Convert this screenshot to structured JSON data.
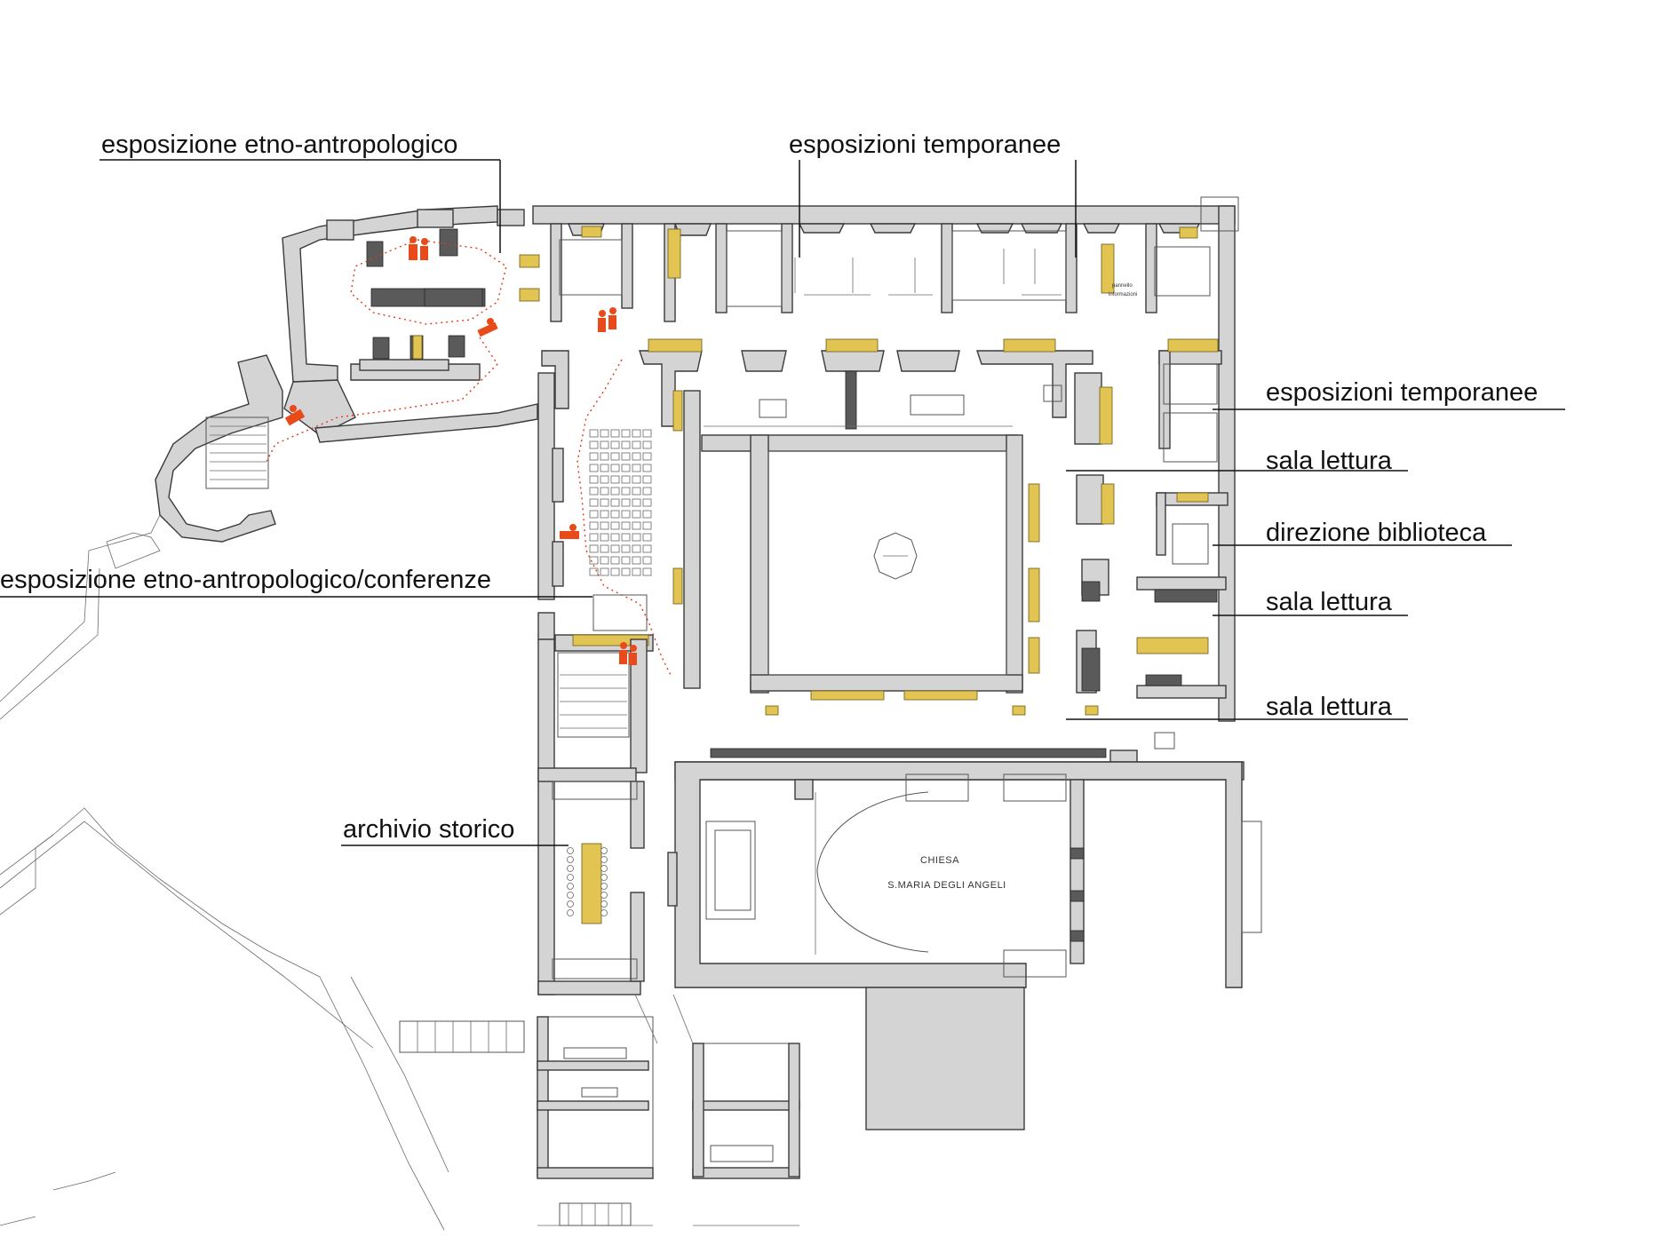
{
  "labels": {
    "etno_top": "esposizione etno-antropologico",
    "temp_top": "esposizioni temporanee",
    "temp_right": "esposizioni temporanee",
    "lettura_1": "sala lettura",
    "direzione": "direzione biblioteca",
    "lettura_2": "sala lettura",
    "lettura_3": "sala lettura",
    "etno_conf": "esposizione etno-antropologico/conferenze",
    "archivio": "archivio storico"
  },
  "church": {
    "line1": "CHIESA",
    "line2": "S.MARIA DEGLI ANGELI"
  },
  "small_notes": {
    "pannello_1": "pannello",
    "pannello_2": "informazioni"
  },
  "colors": {
    "wall_fill": "#d4d4d4",
    "display_gold": "#e2c452",
    "visitor_red": "#e84a1a",
    "dark_furniture": "#5a5a5a"
  }
}
